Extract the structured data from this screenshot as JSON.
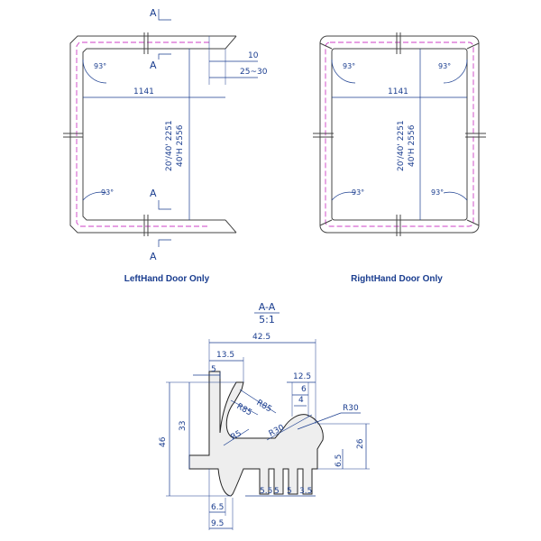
{
  "left_view": {
    "section_marker": "A",
    "dim_width": "1141",
    "dim_offset": "10",
    "dim_gap": "25~30",
    "dim_height_1": "20'/40' 2251",
    "dim_height_2": "40'H 2556",
    "angle_top": "93°",
    "angle_bottom": "93°",
    "caption": "LeftHand Door Only"
  },
  "right_view": {
    "dim_width": "1141",
    "dim_height_1": "20'/40' 2251",
    "dim_height_2": "40'H 2556",
    "angle_tl": "93°",
    "angle_tr": "93°",
    "angle_bl": "93°",
    "angle_br": "93°",
    "caption": "RightHand Door Only"
  },
  "section": {
    "title": "A-A",
    "scale": "5:1",
    "dims": {
      "overall_width": "42.5",
      "width_13_5": "13.5",
      "width_5": "5",
      "width_12_5": "12.5",
      "width_6": "6",
      "width_4": "4",
      "radius_r30_outer": "R30",
      "radius_r85_a": "R85",
      "radius_r85_b": "R85",
      "radius_r5": "R5",
      "radius_r30_inner": "R30",
      "height_46": "46",
      "height_33": "33",
      "height_26": "26",
      "height_6_5_right": "6.5",
      "base_5_5_a": "5.5",
      "base_5_b": "5",
      "base_5_c": "5",
      "base_3_5": "3.5",
      "bottom_6_5": "6.5",
      "bottom_9_5": "9.5"
    }
  },
  "colors": {
    "dimension": "#1a3d8f",
    "seal_centerline": "#cc3fc4",
    "outline": "#444444"
  }
}
